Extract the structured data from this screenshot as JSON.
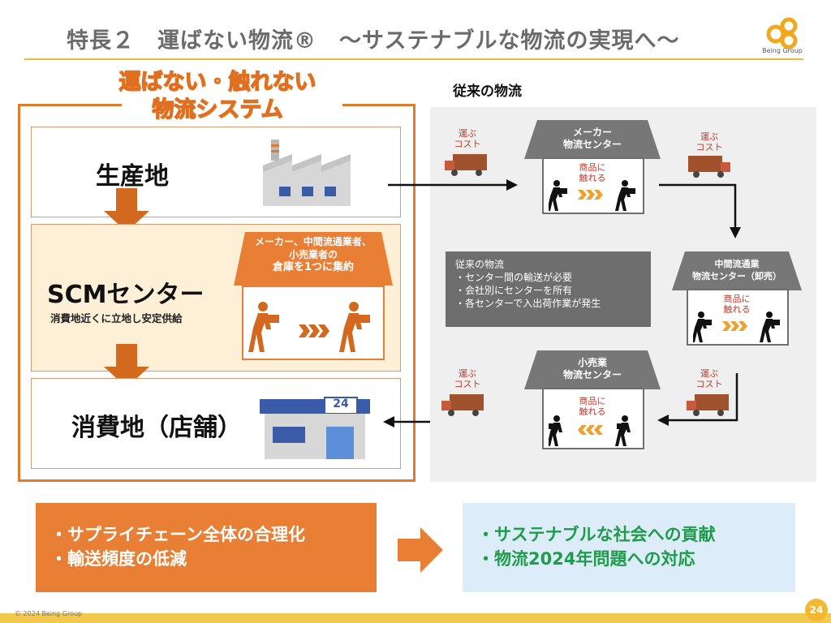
{
  "header": {
    "title": "特長２　運ばない物流®　～サステナブルな物流の実現へ～",
    "logo_text": "Being Group"
  },
  "left": {
    "system_title_line1": "運ばない・触れない",
    "system_title_line2": "物流システム",
    "production": "生産地",
    "scm_title": "SCMセンター",
    "scm_sub": "消費地近くに立地し安定供給",
    "scm_house_line1": "メーカー、中間流通業者、",
    "scm_house_line2": "小売業者の",
    "scm_house_line3": "倉庫を1つに集約",
    "consumption": "消費地（店舗）",
    "store_number": "24"
  },
  "right": {
    "label": "従来の物流",
    "maker_center_line1": "メーカー",
    "maker_center_line2": "物流センター",
    "wholesale_center_line1": "中間流通業",
    "wholesale_center_line2": "物流センター（卸売）",
    "retail_center_line1": "小売業",
    "retail_center_line2": "物流センター",
    "touch_line1": "商品に",
    "touch_line2": "触れる",
    "cost_line1": "運ぶ",
    "cost_line2": "コスト",
    "note_title": "従来の物流",
    "note_items": [
      "・センター間の輸送が必要",
      "・会社別にセンターを所有",
      "・各センターで入出荷作業が発生"
    ]
  },
  "bottom": {
    "left_items": [
      "・サプライチェーン全体の合理化",
      "・輸送頻度の低減"
    ],
    "right_items": [
      "・サステナブルな社会への貢献",
      "・物流2024年問題への対応"
    ]
  },
  "footer": {
    "copyright": "© 2024 Being Group",
    "page": "24"
  },
  "colors": {
    "accent_orange": "#e97f35",
    "title_gray": "#6b6b6b",
    "green_text": "#1e9c4a",
    "light_blue_bg": "#dcecf8"
  }
}
